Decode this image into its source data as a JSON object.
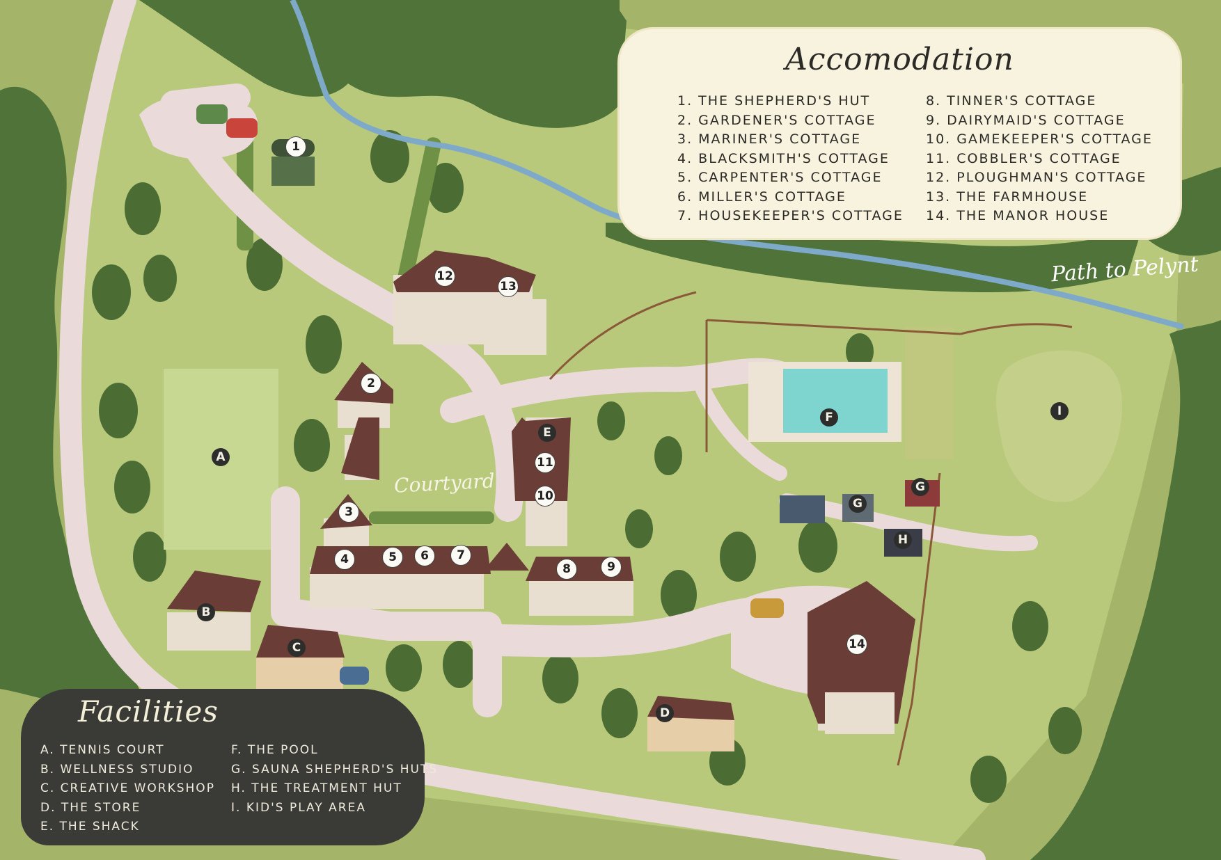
{
  "colors": {
    "grass": "#a4b469",
    "lawn": "#b8c97c",
    "path": "#eadada",
    "trees": "#4f7338",
    "tree_dark": "#3e5f2c",
    "stream": "#7ea9c9",
    "pool": "#7ed4cf",
    "roof": "#6b3d37",
    "wall": "#e8dfd1",
    "legend_light": "#f8f3de",
    "legend_dark": "#3a3b37"
  },
  "accommodation": {
    "title": "Accomodation",
    "items": [
      "1. THE SHEPHERD'S HUT",
      "2. GARDENER'S COTTAGE",
      "3. MARINER'S COTTAGE",
      "4. BLACKSMITH'S COTTAGE",
      "5. CARPENTER'S COTTAGE",
      "6. MILLER'S COTTAGE",
      "7. HOUSEKEEPER'S COTTAGE",
      "8. TINNER'S COTTAGE",
      "9. DAIRYMAID'S COTTAGE",
      "10. GAMEKEEPER'S COTTAGE",
      "11. COBBLER'S COTTAGE",
      "12. PLOUGHMAN'S COTTAGE",
      "13. THE FARMHOUSE",
      "14. THE MANOR HOUSE"
    ]
  },
  "facilities": {
    "title": "Facilities",
    "items": [
      "A. TENNIS COURT",
      "B. WELLNESS STUDIO",
      "C. CREATIVE WORKSHOP",
      "D. THE STORE",
      "E. THE SHACK",
      "F. THE POOL",
      "G. SAUNA SHEPHERD'S HUTS",
      "H. THE TREATMENT HUT",
      "I. KID'S PLAY AREA"
    ]
  },
  "labels": {
    "courtyard": "Courtyard",
    "path_to_pelynt": "Path to Pelynt"
  },
  "markers": {
    "m1": "1",
    "m2": "2",
    "m3": "3",
    "m4": "4",
    "m5": "5",
    "m6": "6",
    "m7": "7",
    "m8": "8",
    "m9": "9",
    "m10": "10",
    "m11": "11",
    "m12": "12",
    "m13": "13",
    "m14": "14",
    "fA": "A",
    "fB": "B",
    "fC": "C",
    "fD": "D",
    "fE": "E",
    "fF": "F",
    "fG1": "G",
    "fG2": "G",
    "fH": "H",
    "fI": "I"
  }
}
